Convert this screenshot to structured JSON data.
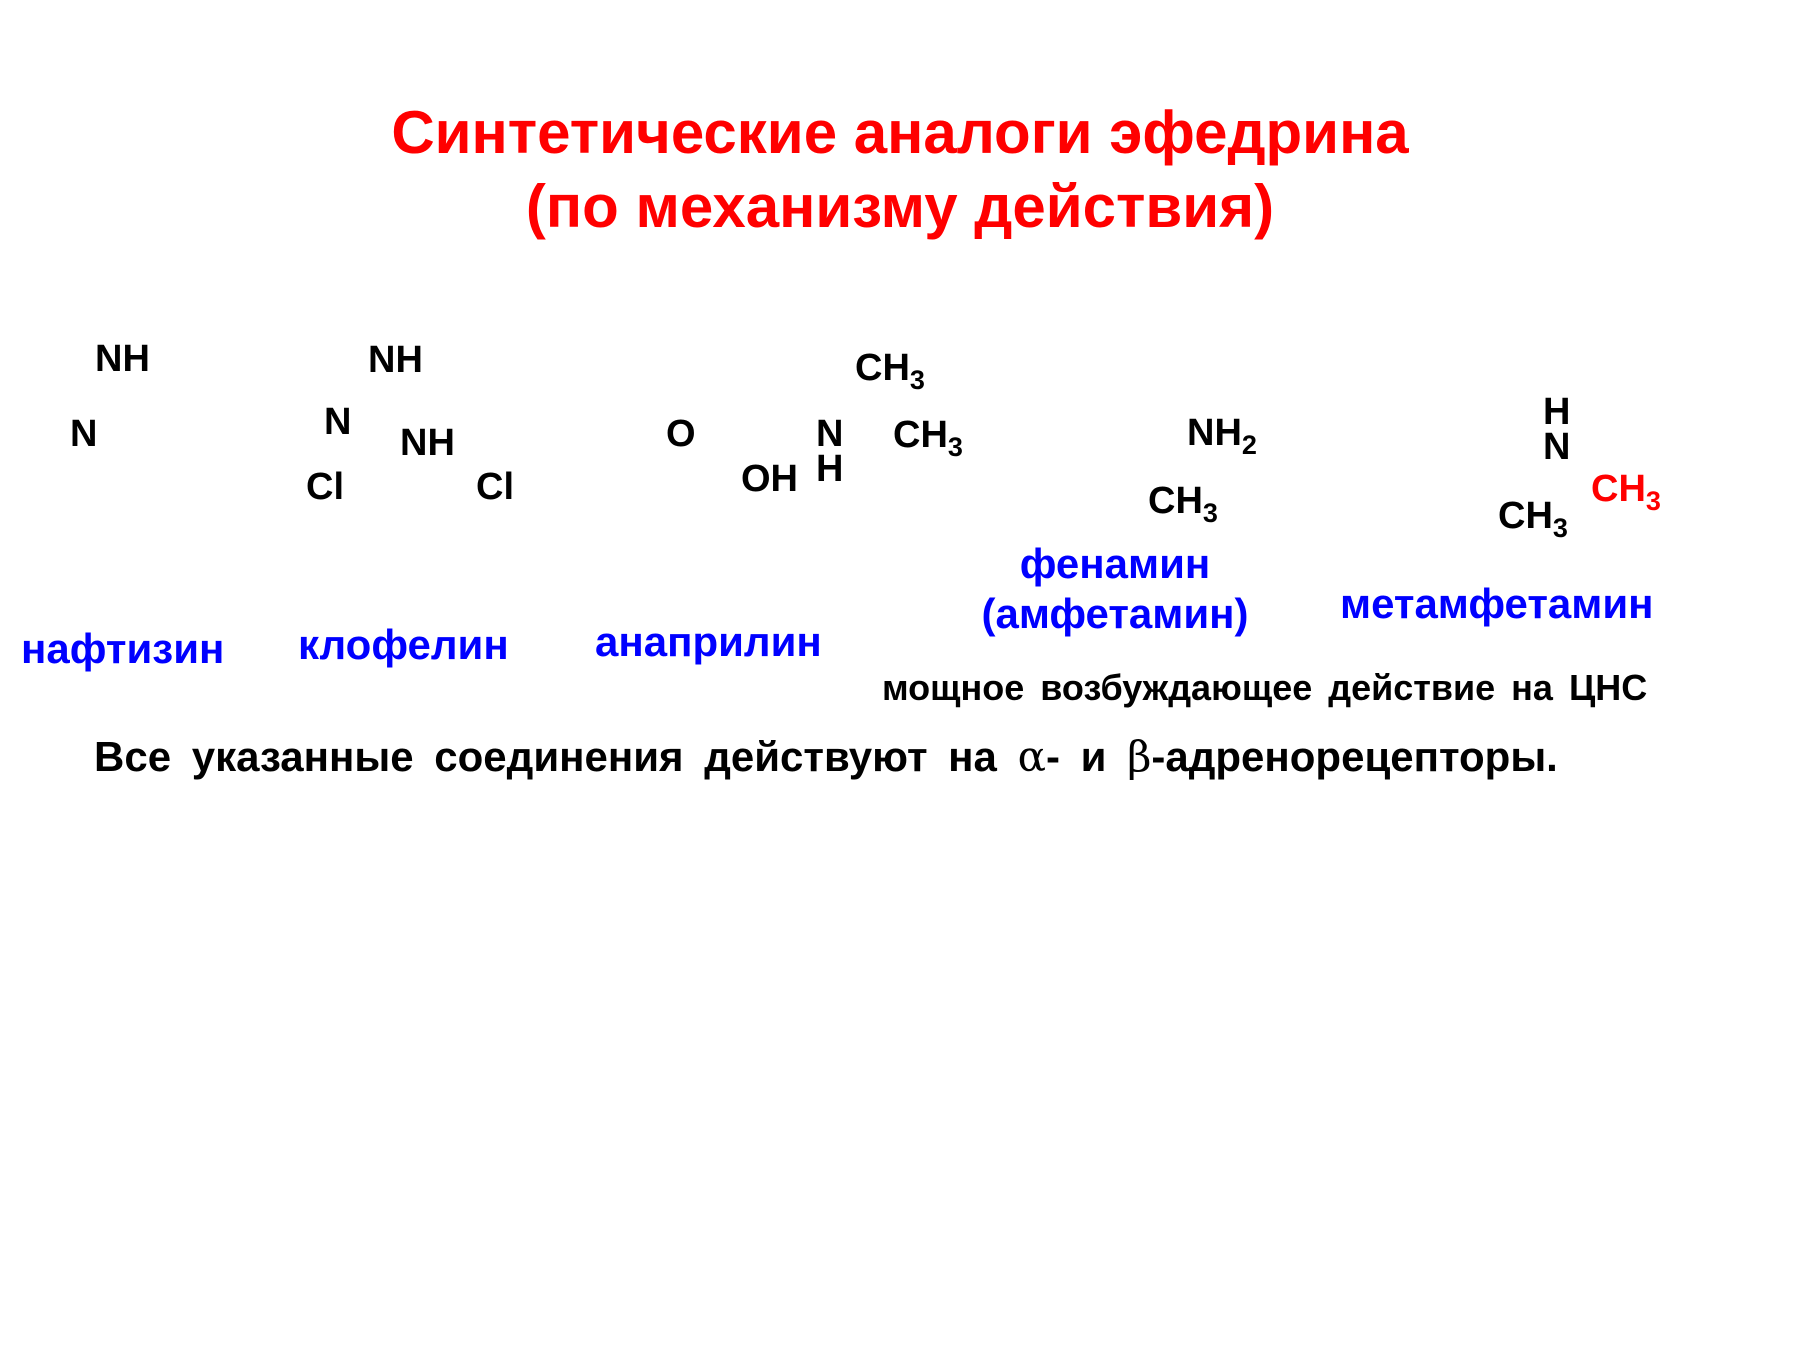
{
  "slide": {
    "title_line1": "Синтетические аналоги эфедрина",
    "title_line2": "(по механизму действия)"
  },
  "compounds": {
    "naphthyzine": {
      "atoms": [
        "NH",
        "N"
      ],
      "name": "нафтизин"
    },
    "clonidine": {
      "atoms": [
        "NH",
        "N",
        "NH",
        "Cl",
        "Cl"
      ],
      "name": "клофелин"
    },
    "propranolol": {
      "atoms": [
        "O",
        "OH",
        "N",
        "H"
      ],
      "ch3_top": "CH",
      "ch3_right": "CH",
      "name": "анаприлин"
    },
    "amphetamine": {
      "nh2": "NH",
      "ch3": "CH",
      "name_line1": "фенамин",
      "name_line2": "(амфетамин)"
    },
    "methamphetamine": {
      "atoms": [
        "H",
        "N"
      ],
      "ch3_black": "CH",
      "ch3_red": "CH",
      "name": "метамфетамин"
    },
    "subscript_2": "2",
    "subscript_3": "3"
  },
  "cns_note": "мощное возбуждающее действие на ЦНС",
  "summary": {
    "part1": "Все указанные соединения действуют на ",
    "alpha": "α",
    "part2": "- и ",
    "beta": "β",
    "part3": "-адренорецепторы."
  },
  "colors": {
    "title": "#ff0000",
    "drug_names": "#0000ff",
    "highlight_methyl": "#ff0000",
    "text": "#000000"
  }
}
